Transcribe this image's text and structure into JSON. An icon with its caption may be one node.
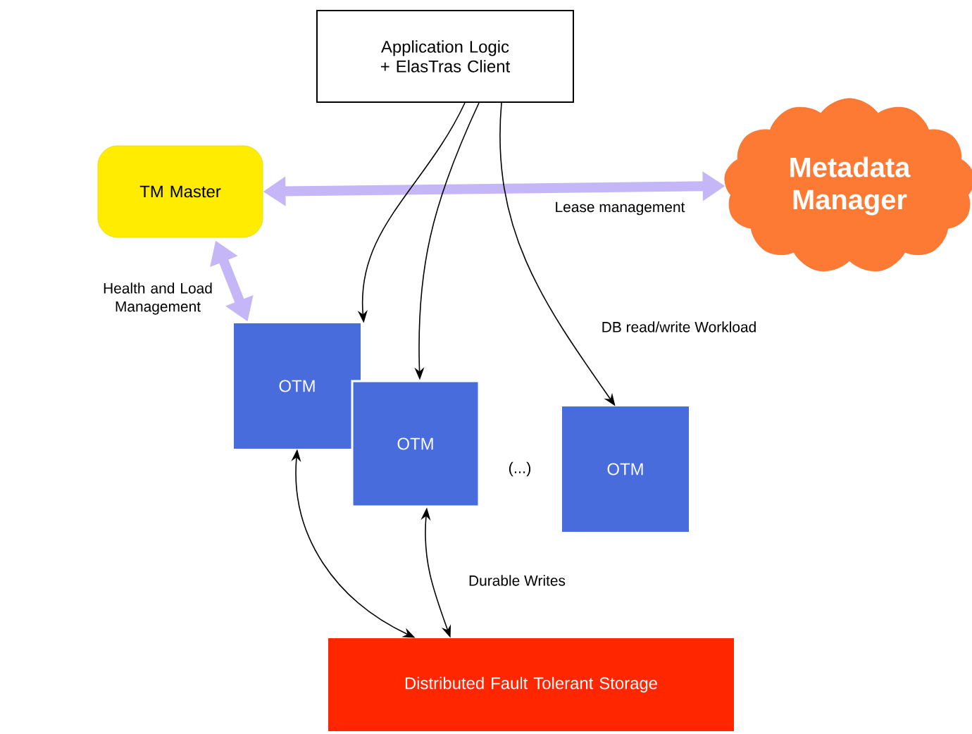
{
  "diagram": {
    "nodes": [
      {
        "text": [
          "Application Logic + ElasTras Client"
        ]
      },
      {
        "text": [
          "TM Master"
        ]
      },
      {
        "text": [
          "Metadata Manager"
        ]
      },
      {
        "text": [
          "OTM"
        ]
      },
      {
        "text": [
          "OTM"
        ]
      },
      {
        "text": [
          "OTM"
        ]
      },
      {
        "text": [
          "Distributed Fault Tolerant Storage"
        ]
      }
    ],
    "edges": [
      {
        "from": 1,
        "to": 2,
        "arrow": "both",
        "label": "Lease management",
        "style": "thick",
        "color": "#c4b6f7"
      },
      {
        "from": 1,
        "to": 3,
        "arrow": "both",
        "label": "Health and Load Management",
        "style": "thick",
        "color": "#c4b6f7"
      },
      {
        "from": 0,
        "to": 3,
        "arrow": "to"
      },
      {
        "from": 0,
        "to": 4,
        "arrow": "to"
      },
      {
        "from": 0,
        "to": 5,
        "arrow": "to",
        "label": "DB read/write Workload"
      },
      {
        "from": 3,
        "to": 6,
        "arrow": "both"
      },
      {
        "from": 4,
        "to": 6,
        "arrow": "both",
        "label": "Durable Writes"
      }
    ],
    "labels": [
      "(...)"
    ]
  }
}
